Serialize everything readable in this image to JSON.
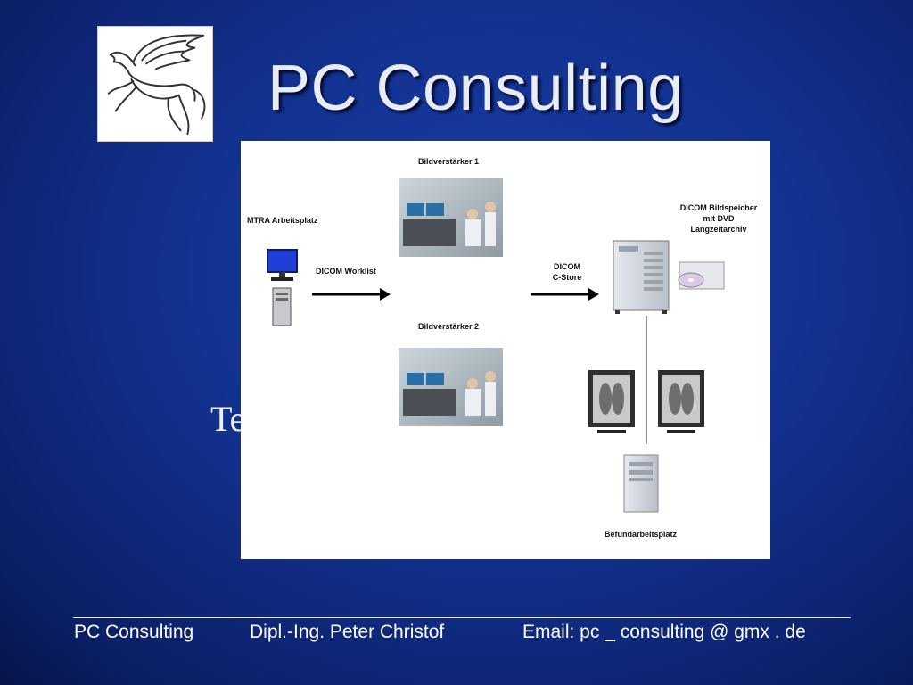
{
  "slide": {
    "title": "PC Consulting",
    "background_text": "Te"
  },
  "diagram": {
    "labels": {
      "mtra": "MTRA Arbeitsplatz",
      "worklist": "DICOM Worklist",
      "bv1": "Bildverstärker 1",
      "bv2": "Bildverstärker 2",
      "cstore_line1": "DICOM",
      "cstore_line2": "C-Store",
      "storage_line1": "DICOM Bildspeicher",
      "storage_line2": "mit DVD",
      "storage_line3": "Langzeitarchiv",
      "befund": "Befundarbeitsplatz"
    }
  },
  "footer": {
    "company": "PC Consulting",
    "name": "Dipl.-Ing. Peter Christof",
    "email": "Email: pc _ consulting @ gmx . de"
  },
  "icons": [
    "pegasus-logo-icon",
    "monitor-icon",
    "workstation-tower-icon",
    "c-arm-photo-icon",
    "server-icon",
    "dvd-icon",
    "xray-monitor-icon",
    "pc-tower-icon"
  ],
  "colors": {
    "background": "#12318f",
    "title": "#e9ecf5",
    "footer_text": "#ffffff"
  }
}
